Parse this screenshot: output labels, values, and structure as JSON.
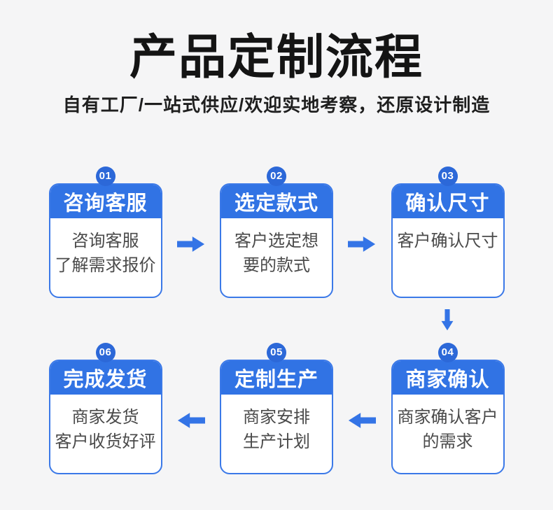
{
  "page": {
    "background": "#f5f5f6",
    "accent_blue": "#3173e4",
    "badge_blue": "#2c68d8",
    "arrow_blue": "#3474e6",
    "card_border_blue": "#3b79e8",
    "body_text_color": "#4a4a4a"
  },
  "header": {
    "title": "产品定制流程",
    "subtitle": "自有工厂/一站式供应/欢迎实地考察，还原设计制造"
  },
  "steps": [
    {
      "number": "01",
      "title": "咨询客服",
      "desc_lines": [
        "咨询客服",
        "了解需求报价"
      ]
    },
    {
      "number": "02",
      "title": "选定款式",
      "desc_lines": [
        "客户选定想",
        "要的款式"
      ]
    },
    {
      "number": "03",
      "title": "确认尺寸",
      "desc_lines": [
        "客户确认尺寸"
      ]
    },
    {
      "number": "04",
      "title": "商家确认",
      "desc_lines": [
        "商家确认客户",
        "的需求"
      ]
    },
    {
      "number": "05",
      "title": "定制生产",
      "desc_lines": [
        "商家安排",
        "生产计划"
      ]
    },
    {
      "number": "06",
      "title": "完成发货",
      "desc_lines": [
        "商家发货",
        "客户收货好评"
      ]
    }
  ],
  "arrows": [
    {
      "from": "01",
      "to": "02",
      "direction": "right"
    },
    {
      "from": "02",
      "to": "03",
      "direction": "right"
    },
    {
      "from": "03",
      "to": "04",
      "direction": "down"
    },
    {
      "from": "04",
      "to": "05",
      "direction": "left"
    },
    {
      "from": "05",
      "to": "06",
      "direction": "left"
    }
  ]
}
